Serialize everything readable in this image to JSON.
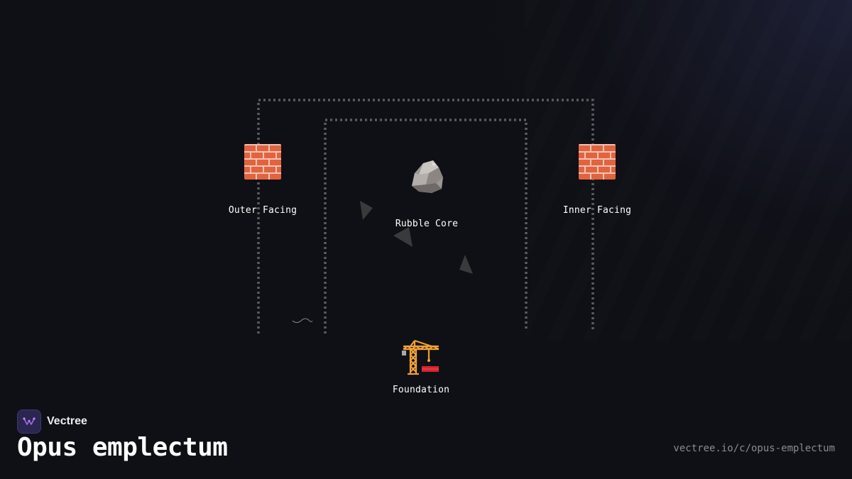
{
  "diagram": {
    "nodes": [
      {
        "id": "outer",
        "label": "Outer Facing",
        "icon": "brick-wall-icon"
      },
      {
        "id": "core",
        "label": "Rubble Core",
        "icon": "rock-icon"
      },
      {
        "id": "inner",
        "label": "Inner Facing",
        "icon": "brick-wall-icon"
      },
      {
        "id": "foundation",
        "label": "Foundation",
        "icon": "construction-crane-icon"
      }
    ],
    "colors": {
      "background": "#0f1015",
      "dotted_line": "#5c5c62",
      "arrow": "#3a3a3d"
    }
  },
  "brand": {
    "name": "Vectree",
    "logo_icon": "vectree-logo-icon",
    "logo_color": "#9b5de5"
  },
  "page": {
    "title": "Opus emplectum",
    "url": "vectree.io/c/opus-emplectum"
  }
}
